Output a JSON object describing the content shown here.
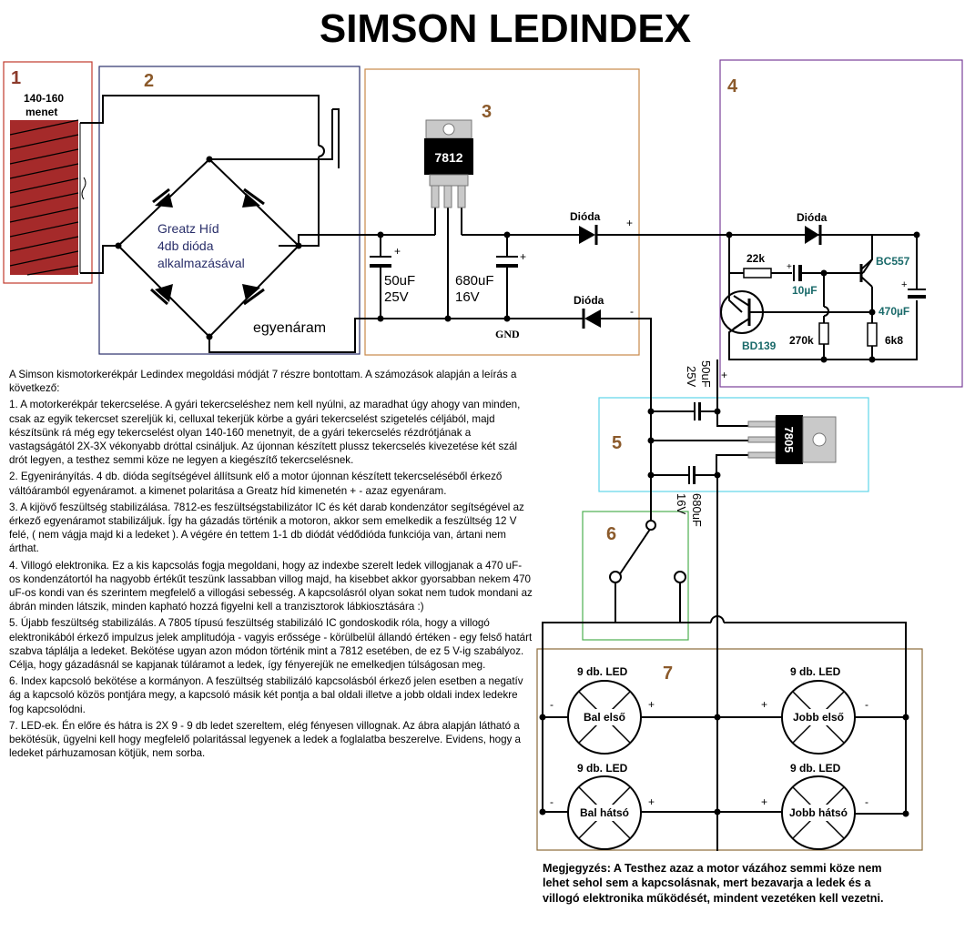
{
  "title": "SIMSON LEDINDEX",
  "sections": {
    "s1": {
      "number": "1",
      "coil_label_1": "140-160",
      "coil_label_2": "menet"
    },
    "s2": {
      "number": "2",
      "bridge_1": "Greatz Híd",
      "bridge_2": "4db dióda",
      "bridge_3": "alkalmazásával",
      "dc_label": "egyenáram"
    },
    "s3": {
      "number": "3",
      "regulator": "7812",
      "cap1_value": "50uF",
      "cap1_voltage": "25V",
      "cap2_value": "680uF",
      "cap2_voltage": "16V",
      "gnd": "GND",
      "diode_top": "Dióda",
      "diode_bottom": "Dióda",
      "plus": "+",
      "minus": "-"
    },
    "s4": {
      "number": "4",
      "diode": "Dióda",
      "r1": "22k",
      "cap": "10µF",
      "transistor_pnp": "BC557",
      "cap_big": "470µF",
      "transistor_npn": "BD139",
      "r2": "270k",
      "r3": "6k8",
      "plus": "+"
    },
    "s5": {
      "number": "5",
      "regulator": "7805",
      "cap1_value": "50uF",
      "cap1_voltage": "25V",
      "cap2_value": "680uF",
      "cap2_voltage": "16V"
    },
    "s6": {
      "number": "6"
    },
    "s7": {
      "number": "7",
      "leds": [
        {
          "count": "9 db. LED",
          "name": "Bal első"
        },
        {
          "count": "9 db. LED",
          "name": "Jobb első"
        },
        {
          "count": "9 db. LED",
          "name": "Bal hátsó"
        },
        {
          "count": "9 db. LED",
          "name": "Jobb hátsó"
        }
      ],
      "plus": "+",
      "minus": "-"
    }
  },
  "description": {
    "intro": "A Simson kismotorkerékpár Ledindex megoldási módját 7 részre bontottam. A számozások alapján a leírás a következő:",
    "items": [
      "1. A motorkerékpár tekercselése. A gyári tekercseléshez nem kell nyúlni, az maradhat úgy ahogy van minden, csak az egyik tekercset szereljük ki, celluxal tekerjük körbe a gyári tekercselést szigetelés céljából, majd készítsünk rá még egy tekercselést olyan 140-160 menetnyit, de a gyári tekercselés rézdrótjának a vastagságától 2X-3X vékonyabb dróttal csináljuk. Az újonnan készített plussz tekercselés kivezetése két szál drót legyen, a testhez semmi köze ne legyen a kiegészítő tekercselésnek.",
      "2. Egyenirányítás. 4 db. dióda segítségével állítsunk elő a motor újonnan készített tekercseléséből érkező váltóáramból egyenáramot. a kimenet polaritása a Greatz híd kimenetén + - azaz egyenáram.",
      "3. A kijövő feszültség stabilizálása. 7812-es feszültségstabilizátor IC és két darab kondenzátor segítségével az érkező egyenáramot stabilizáljuk. Így ha gázadás történik a motoron, akkor sem emelkedik a feszültség 12 V felé, ( nem vágja majd ki a ledeket ). A végére én tettem 1-1 db diódát védődióda funkciója van, ártani nem árthat.",
      "4. Villogó elektronika. Ez a kis kapcsolás fogja megoldani, hogy az indexbe szerelt ledek villogjanak a 470 uF-os kondenzátortól ha nagyobb értékűt teszünk lassabban villog majd, ha kisebbet akkor gyorsabban nekem 470 uF-os kondi van és szerintem megfelelő a villogási sebesség. A kapcsolásról olyan sokat nem tudok mondani az ábrán minden látszik, minden kapható hozzá figyelni kell a tranzisztorok lábkiosztására :)",
      "5. Újabb feszültség stabilizálás. A 7805 típusú feszültség stabilizáló IC gondoskodik róla, hogy a villogó elektronikából érkező impulzus jelek amplitudója - vagyis erőssége - körülbelül állandó értéken - egy felső határt szabva táplálja a ledeket. Bekötése ugyan azon módon történik mint a 7812 esetében, de ez 5 V-ig szabályoz. Célja, hogy gázadásnál se kapjanak túláramot a ledek, így fényerejük ne emelkedjen túlságosan meg.",
      "6. Index kapcsoló bekötése a kormányon. A feszültség stabilizáló kapcsolásból érkező jelen esetben a negatív ág a kapcsoló közös pontjára megy, a kapcsoló másik két pontja a bal oldali illetve a jobb oldali index ledekre fog kapcsolódni.",
      "7. LED-ek. Én előre és hátra is 2X 9 - 9 db ledet szereltem, elég fényesen villognak. Az ábra alapján látható a bekötésük, ügyelni kell hogy megfelelő polaritással legyenek a ledek a foglalatba beszerelve. Evidens, hogy a ledeket párhuzamosan kötjük, nem sorba."
    ]
  },
  "note": "Megjegyzés: A Testhez azaz a motor vázához semmi köze nem lehet sehol sem a kapcsolásnak, mert bezavarja a ledek és a villogó elektronika működését, mindent vezetéken kell vezetni.",
  "colors": {
    "box1": "#c0392b",
    "box2": "#2a2f6a",
    "box3": "#c8884a",
    "box4": "#7a3f9a",
    "box5": "#5fd4e8",
    "box6": "#4caf50",
    "box7": "#8b6a3a",
    "coil": "#a52a2a",
    "number": "#8b5a2b",
    "teal_text": "#1a6a6a"
  }
}
